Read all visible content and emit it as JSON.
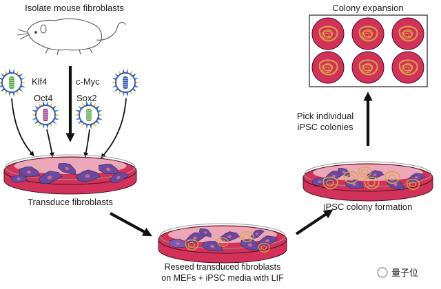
{
  "steps": {
    "isolate": "Isolate mouse fibroblasts",
    "transduce": "Transduce fibroblasts",
    "reseed_line1": "Reseed transduced fibroblasts",
    "reseed_line2": "on MEFs + iPSC media with LIF",
    "ipsc_formation": "iPSC colony formation",
    "pick_line1": "Pick individual",
    "pick_line2": "iPSC colonies",
    "expansion": "Colony expansion"
  },
  "factors": [
    "Klf4",
    "c-Myc",
    "Oct4",
    "Sox2"
  ],
  "watermark": "量子位",
  "colors": {
    "dish_red": "#d2325a",
    "dish_pink": "#f3c6d0",
    "cell_purple": "#6a4aa0",
    "colony_gold": "#d9a542",
    "virus_blue": "#3a5fb0",
    "virus_green": "#5aa84a",
    "arrow": "#111111"
  }
}
